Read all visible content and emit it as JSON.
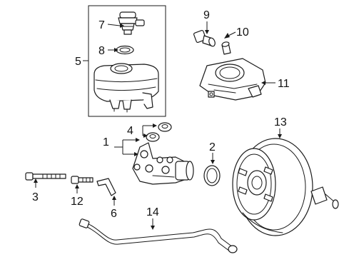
{
  "diagram": {
    "callouts": [
      {
        "id": "c1",
        "label": "1"
      },
      {
        "id": "c2",
        "label": "2"
      },
      {
        "id": "c3",
        "label": "3"
      },
      {
        "id": "c4",
        "label": "4"
      },
      {
        "id": "c5",
        "label": "5"
      },
      {
        "id": "c6",
        "label": "6"
      },
      {
        "id": "c7",
        "label": "7"
      },
      {
        "id": "c8",
        "label": "8"
      },
      {
        "id": "c9",
        "label": "9"
      },
      {
        "id": "c10",
        "label": "10"
      },
      {
        "id": "c11",
        "label": "11"
      },
      {
        "id": "c12",
        "label": "12"
      },
      {
        "id": "c13",
        "label": "13"
      },
      {
        "id": "c14",
        "label": "14"
      }
    ],
    "colors": {
      "line": "#1a1a1a",
      "background": "#ffffff"
    }
  }
}
